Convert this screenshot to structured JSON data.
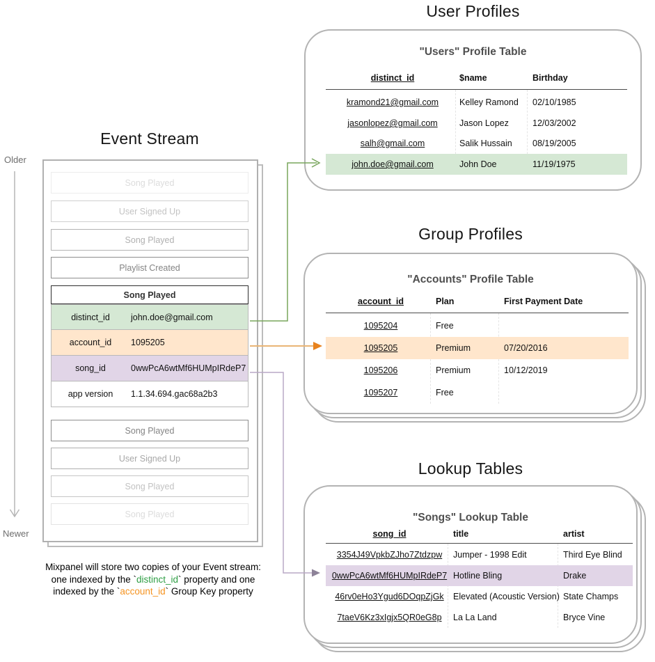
{
  "timeline": {
    "older": "Older",
    "newer": "Newer"
  },
  "event_stream": {
    "title": "Event Stream",
    "events_before": [
      "Song Played",
      "User Signed Up",
      "Song Played",
      "Playlist Created"
    ],
    "focus_event": {
      "name": "Song Played",
      "properties": [
        {
          "key": "distinct_id",
          "value": "john.doe@gmail.com",
          "color": "#d5e8d4"
        },
        {
          "key": "account_id",
          "value": "1095205",
          "color": "#ffe6cc"
        },
        {
          "key": "song_id",
          "value": "0wwPcA6wtMf6HUMpIRdeP7",
          "color": "#e1d5e7"
        },
        {
          "key": "app version",
          "value": "1.1.34.694.gac68a2b3",
          "color": "#ffffff"
        }
      ]
    },
    "events_after": [
      "Song Played",
      "User Signed Up",
      "Song Played",
      "Song Played"
    ]
  },
  "user_profiles": {
    "section_title": "User Profiles",
    "table_title": "\"Users\" Profile Table",
    "columns": [
      "distinct_id",
      "$name",
      "Birthday"
    ],
    "rows": [
      [
        "kramond21@gmail.com",
        "Kelley Ramond",
        "02/10/1985"
      ],
      [
        "jasonlopez@gmail.com",
        "Jason Lopez",
        "12/03/2002"
      ],
      [
        "salh@gmail.com",
        "Salik Hussain",
        "08/19/2005"
      ],
      [
        "john.doe@gmail.com",
        "John Doe",
        "11/19/1975"
      ]
    ],
    "highlight_row_index": 3,
    "highlight_color": "#d5e8d4"
  },
  "group_profiles": {
    "section_title": "Group Profiles",
    "table_title": "\"Accounts\" Profile Table",
    "columns": [
      "account_id",
      "Plan",
      "First Payment Date"
    ],
    "rows": [
      [
        "1095204",
        "Free",
        ""
      ],
      [
        "1095205",
        "Premium",
        "07/20/2016"
      ],
      [
        "1095206",
        "Premium",
        "10/12/2019"
      ],
      [
        "1095207",
        "Free",
        ""
      ]
    ],
    "highlight_row_index": 1,
    "highlight_color": "#ffe6cc"
  },
  "lookup_tables": {
    "section_title": "Lookup Tables",
    "table_title": "\"Songs\" Lookup Table",
    "columns": [
      "song_id",
      "title",
      "artist"
    ],
    "rows": [
      [
        "3354J49VpkbZJho7Ztdzpw",
        "Jumper - 1998 Edit",
        "Third Eye Blind"
      ],
      [
        "0wwPcA6wtMf6HUMpIRdeP7",
        "Hotline Bling",
        "Drake"
      ],
      [
        "46rv0eHo3Ygud6DOqpZjGk",
        "Elevated (Acoustic Version)",
        "State Champs"
      ],
      [
        "7taeV6Kz3xIgjx5QR0eG8p",
        "La La Land",
        "Bryce Vine"
      ]
    ],
    "highlight_row_index": 1,
    "highlight_color": "#e1d5e7"
  },
  "note": {
    "line1": "Mixpanel will store two copies of your Event stream:",
    "line2_prefix": "one indexed by the `",
    "line2_code": "distinct_id",
    "line2_suffix": "` property and one",
    "line3_prefix": "indexed by the `",
    "line3_code": "account_id",
    "line3_suffix": "` Group Key property",
    "distinct_color": "#2e9e44",
    "account_color": "#f59422"
  },
  "arrows": {
    "green": "#78a55c",
    "orange_line": "#e9b575",
    "orange_head": "#e8821d",
    "purple_line": "#b9a8c6",
    "purple_head": "#8d8298",
    "timeline": "#b5b5b5"
  }
}
